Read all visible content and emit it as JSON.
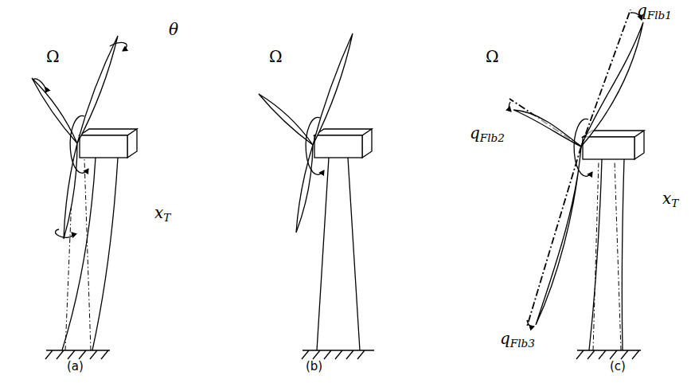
{
  "diagram": {
    "labels": [
      "Ω",
      "θ",
      "xT",
      "(a)",
      "Ω",
      "(b)",
      "qFlb1",
      "Ω",
      "qFlb2",
      "qFlb3",
      "xT",
      "(c)"
    ]
  }
}
